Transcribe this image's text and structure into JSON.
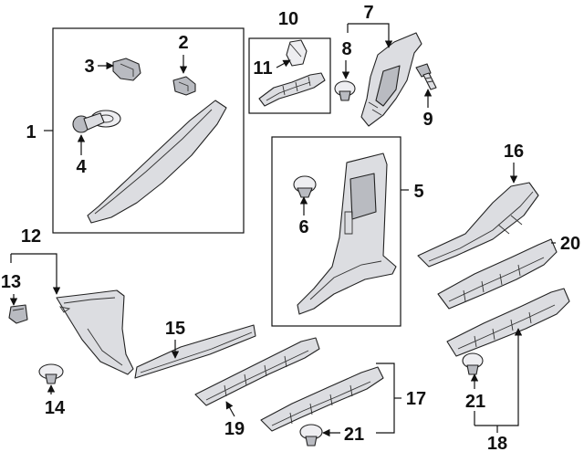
{
  "callouts": {
    "c1": "1",
    "c2": "2",
    "c3": "3",
    "c4": "4",
    "c5": "5",
    "c6": "6",
    "c7": "7",
    "c8": "8",
    "c9": "9",
    "c10": "10",
    "c11": "11",
    "c12": "12",
    "c13": "13",
    "c14": "14",
    "c15": "15",
    "c16": "16",
    "c17": "17",
    "c18": "18",
    "c19": "19",
    "c20": "20",
    "c21a": "21",
    "c21b": "21"
  },
  "colors": {
    "line": "#111111",
    "part_fill": "#dcdde1",
    "part_shade": "#b9bbc1"
  }
}
